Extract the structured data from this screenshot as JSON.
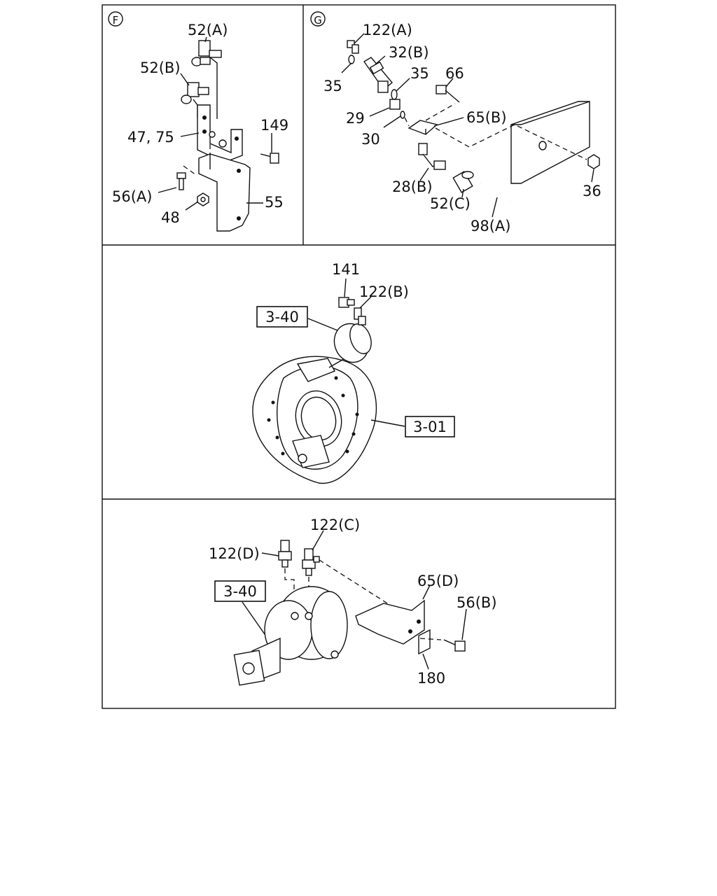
{
  "panels": {
    "F": {
      "badge": "F",
      "labels": {
        "p52a": "52(A)",
        "p52b": "52(B)",
        "p4775": "47, 75",
        "p149": "149",
        "p56a": "56(A)",
        "p48": "48",
        "p55": "55"
      }
    },
    "G": {
      "badge": "G",
      "labels": {
        "p122a": "122(A)",
        "p32b": "32(B)",
        "p35a": "35",
        "p35b": "35",
        "p66": "66",
        "p65b": "65(B)",
        "p29": "29",
        "p30": "30",
        "p28b": "28(B)",
        "p52c": "52(C)",
        "p98a": "98(A)",
        "p36": "36"
      }
    },
    "brake": {
      "labels": {
        "p141": "141",
        "p122b": "122(B)"
      },
      "refs": {
        "chamber": "3-40",
        "drum": "3-01"
      }
    },
    "chamber": {
      "labels": {
        "p122c": "122(C)",
        "p122d": "122(D)",
        "p65d": "65(D)",
        "p56b": "56(B)",
        "p180": "180"
      },
      "refs": {
        "chamber": "3-40"
      }
    }
  },
  "colors": {
    "ink": "#111111",
    "paper": "#ffffff"
  }
}
